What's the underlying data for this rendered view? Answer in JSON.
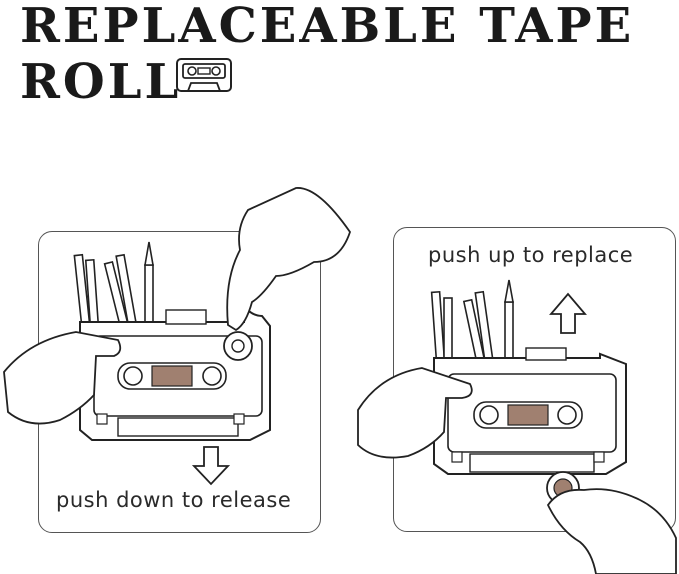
{
  "title": {
    "line1": "REPLACEABLE TAPE",
    "line2": "ROLL"
  },
  "icons": {
    "title_icon": "cassette-icon",
    "left_arrow": "arrow-down-icon",
    "right_arrow": "arrow-up-icon",
    "hand": "hand-icon",
    "pencil": "pencil-icon",
    "tape_roll": "tape-roll-icon"
  },
  "panels": {
    "left": {
      "caption": "push down to release"
    },
    "right": {
      "caption": "push up to replace"
    }
  }
}
